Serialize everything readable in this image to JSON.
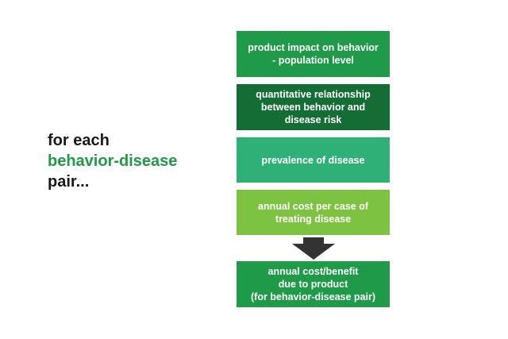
{
  "intro": {
    "line1": "for each",
    "line2": "behavior-disease",
    "line3": "pair..."
  },
  "steps": [
    {
      "lines": [
        "product impact on behavior",
        "- population level"
      ],
      "color": "#1e9a48"
    },
    {
      "lines": [
        "quantitative relationship",
        "between behavior and",
        "disease risk"
      ],
      "color": "#146d34"
    },
    {
      "lines": [
        "prevalence of disease"
      ],
      "color": "#2fb077"
    },
    {
      "lines": [
        "annual cost per case of",
        "treating disease"
      ],
      "color": "#7ec242"
    }
  ],
  "result": {
    "lines": [
      "annual cost/benefit",
      "due to product",
      "(for behavior-disease pair)"
    ],
    "color": "#1e9a48"
  },
  "colors": {
    "highlight_text": "#1f9a45",
    "arrow": "#333333"
  },
  "icons": {
    "arrow": "down-arrow-icon"
  }
}
